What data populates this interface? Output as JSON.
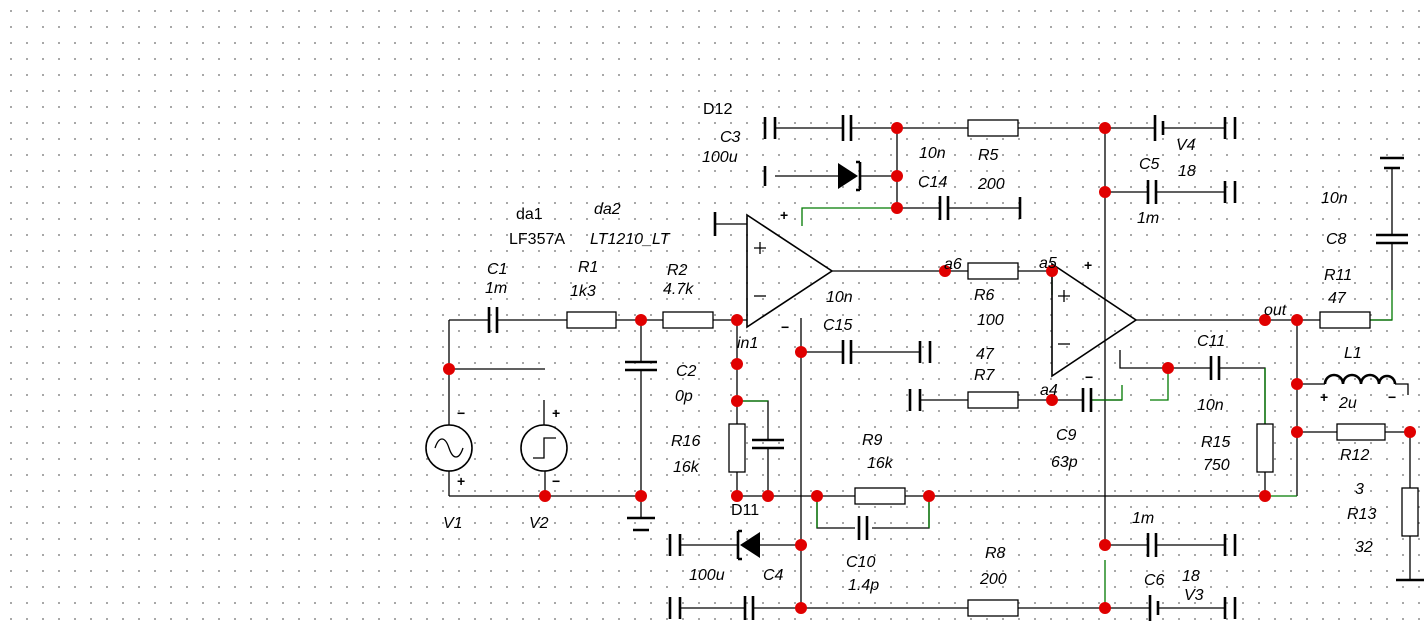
{
  "components": [
    {
      "id": "da1",
      "ref": "da1",
      "value": "LF357A"
    },
    {
      "id": "da2",
      "ref": "da2",
      "value": "LT1210_LT"
    },
    {
      "id": "C1",
      "ref": "C1",
      "value": "1m"
    },
    {
      "id": "R1",
      "ref": "R1",
      "value": "1k3"
    },
    {
      "id": "R2",
      "ref": "R2",
      "value": "4.7k"
    },
    {
      "id": "C2",
      "ref": "C2",
      "value": "0p"
    },
    {
      "id": "C3",
      "ref": "C3",
      "value": "100u"
    },
    {
      "id": "D12",
      "ref": "D12",
      "value": ""
    },
    {
      "id": "R5",
      "ref": "R5",
      "value": "200"
    },
    {
      "id": "C14",
      "ref": "C14",
      "value": "10n"
    },
    {
      "id": "V4",
      "ref": "V4",
      "value": "18"
    },
    {
      "id": "C5",
      "ref": "C5",
      "value": "1m"
    },
    {
      "id": "C8",
      "ref": "C8",
      "value": "10n"
    },
    {
      "id": "R11",
      "ref": "R11",
      "value": "47"
    },
    {
      "id": "R6",
      "ref": "R6",
      "value": "100"
    },
    {
      "id": "C15",
      "ref": "C15",
      "value": "10n"
    },
    {
      "id": "R7",
      "ref": "R7",
      "value": "47"
    },
    {
      "id": "C11",
      "ref": "C11",
      "value": "10n"
    },
    {
      "id": "C9",
      "ref": "C9",
      "value": "63p"
    },
    {
      "id": "L1",
      "ref": "L1",
      "value": "2u"
    },
    {
      "id": "R12",
      "ref": "R12",
      "value": "3"
    },
    {
      "id": "R15",
      "ref": "R15",
      "value": "750"
    },
    {
      "id": "R16",
      "ref": "R16",
      "value": "16k"
    },
    {
      "id": "R9",
      "ref": "R9",
      "value": "16k"
    },
    {
      "id": "R13",
      "ref": "R13",
      "value": "32"
    },
    {
      "id": "D11",
      "ref": "D11",
      "value": ""
    },
    {
      "id": "C4",
      "ref": "C4",
      "value": "100u"
    },
    {
      "id": "C10",
      "ref": "C10",
      "value": "1.4p"
    },
    {
      "id": "R8",
      "ref": "R8",
      "value": "200"
    },
    {
      "id": "C6",
      "ref": "C6",
      "value": "1m"
    },
    {
      "id": "V3",
      "ref": "V3",
      "value": "18"
    },
    {
      "id": "V1",
      "ref": "V1",
      "value": ""
    },
    {
      "id": "V2",
      "ref": "V2",
      "value": ""
    }
  ],
  "nodes": [
    "in1",
    "a6",
    "a5",
    "a4",
    "out"
  ],
  "colors": {
    "wire": "#000000",
    "green_wire": "#007a00",
    "junction": "#e00000",
    "grid_dot": "#9a9a9a"
  }
}
